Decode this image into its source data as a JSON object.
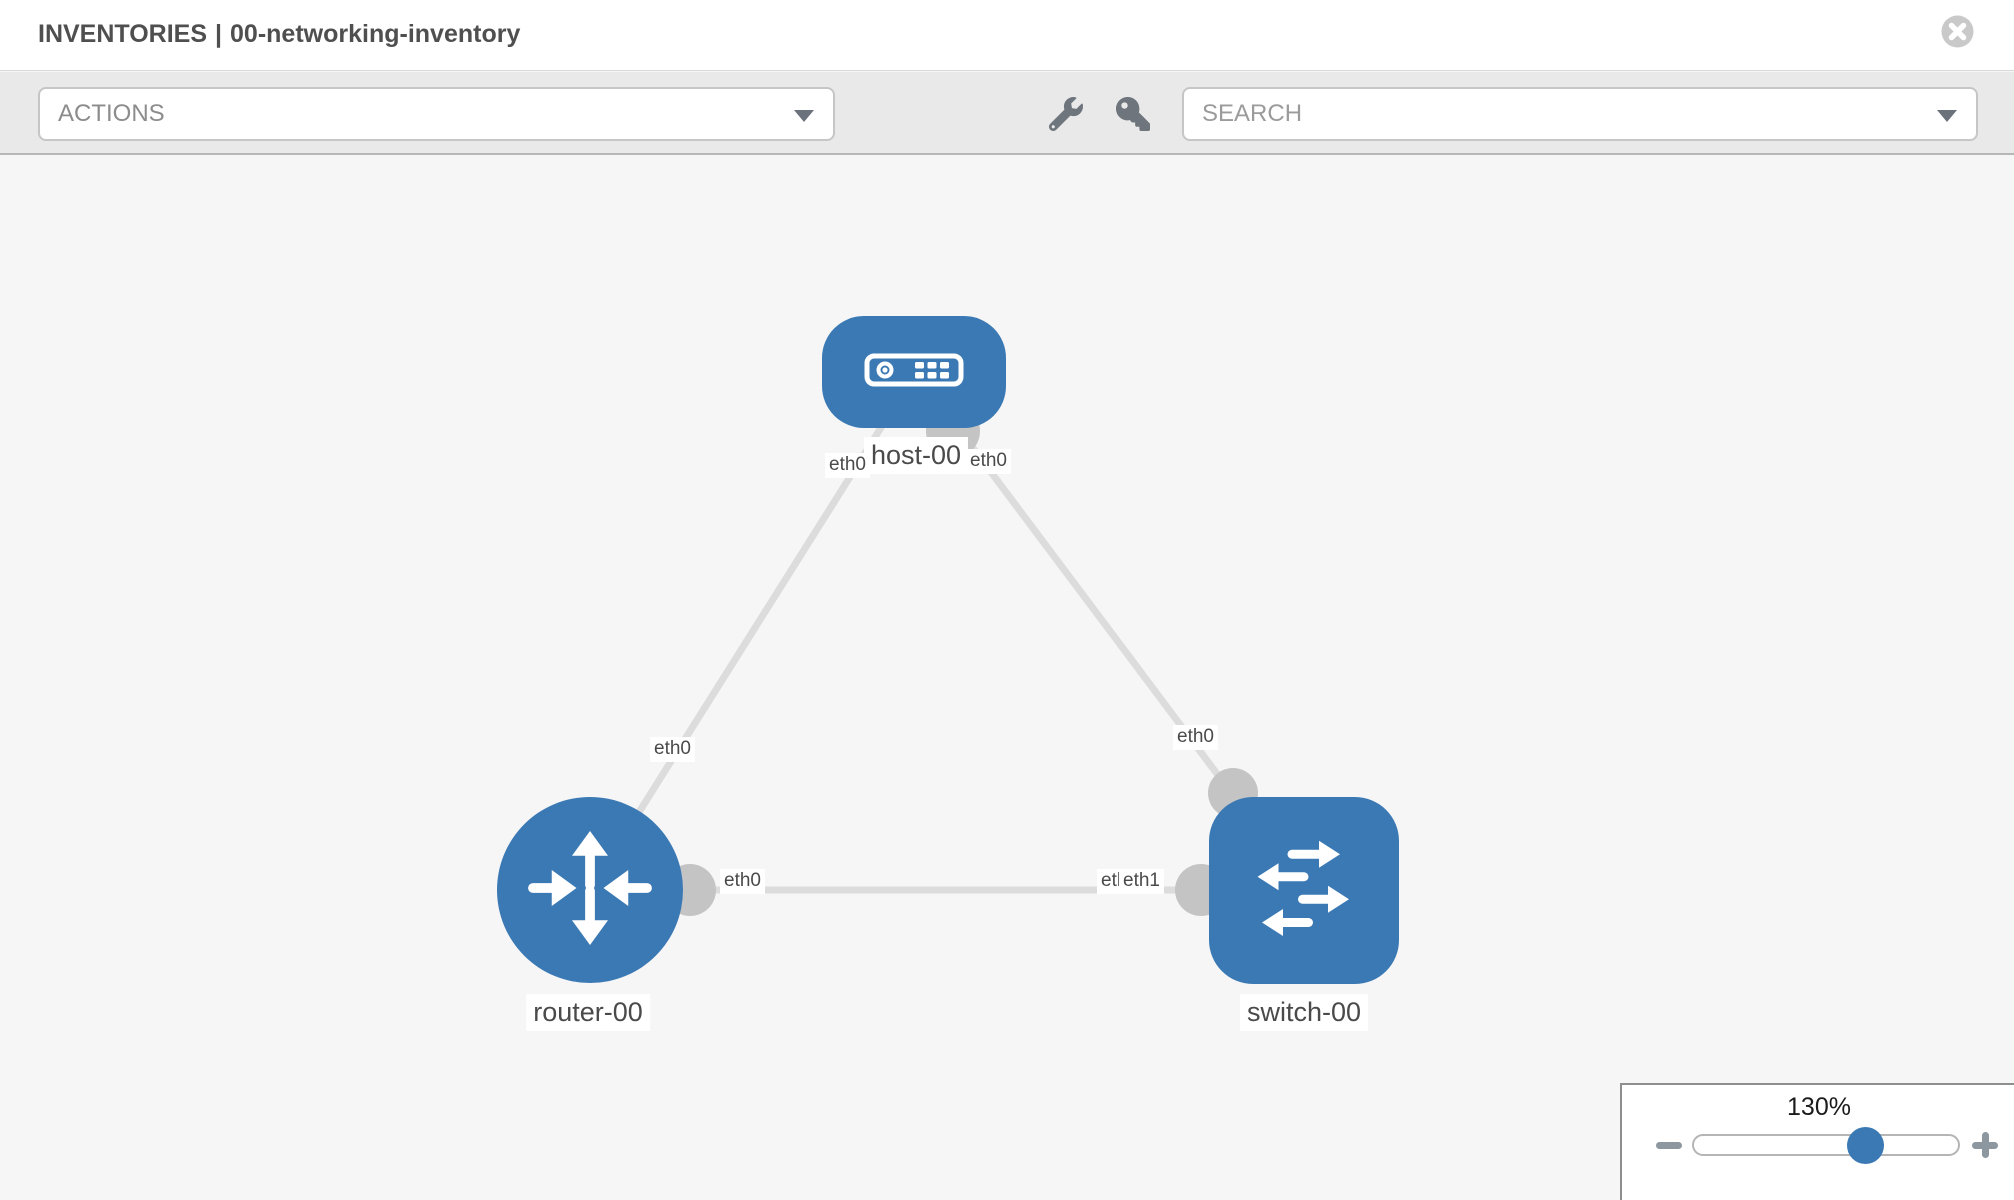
{
  "header": {
    "section": "INVENTORIES",
    "divider": "|",
    "inventory_name": "00-networking-inventory"
  },
  "toolbar": {
    "actions_label": "ACTIONS",
    "search_placeholder": "SEARCH",
    "icons": [
      "wrench-icon",
      "key-icon",
      "caret-down-icon"
    ]
  },
  "diagram": {
    "nodes": [
      {
        "id": "host-00",
        "type": "host",
        "label": "host-00"
      },
      {
        "id": "router-00",
        "type": "router",
        "label": "router-00"
      },
      {
        "id": "switch-00",
        "type": "switch",
        "label": "switch-00"
      }
    ],
    "links": [
      {
        "source": "host-00",
        "target": "router-00",
        "source_interface": "eth0",
        "target_interface": "eth0"
      },
      {
        "source": "host-00",
        "target": "switch-00",
        "source_interface": "eth0",
        "target_interface": "eth0"
      },
      {
        "source": "router-00",
        "target": "switch-00",
        "source_interface": "eth0",
        "target_interface": "eth1"
      }
    ],
    "interface_labels": {
      "host_left": "eth0",
      "host_right": "eth0",
      "router_top_link": "eth0",
      "router_right": "eth0",
      "switch_top_link": "eth0",
      "switch_left_back": "eth0",
      "switch_left_front": "eth1"
    }
  },
  "zoom_control": {
    "percent": "130%",
    "value": 130
  },
  "colors": {
    "node_fill": "#3b79b4",
    "link_stroke": "#dcdcdc",
    "interface_dot": "#c4c4c4",
    "icon_gray": "#6e757d",
    "slider_knob": "#3b79b4"
  }
}
